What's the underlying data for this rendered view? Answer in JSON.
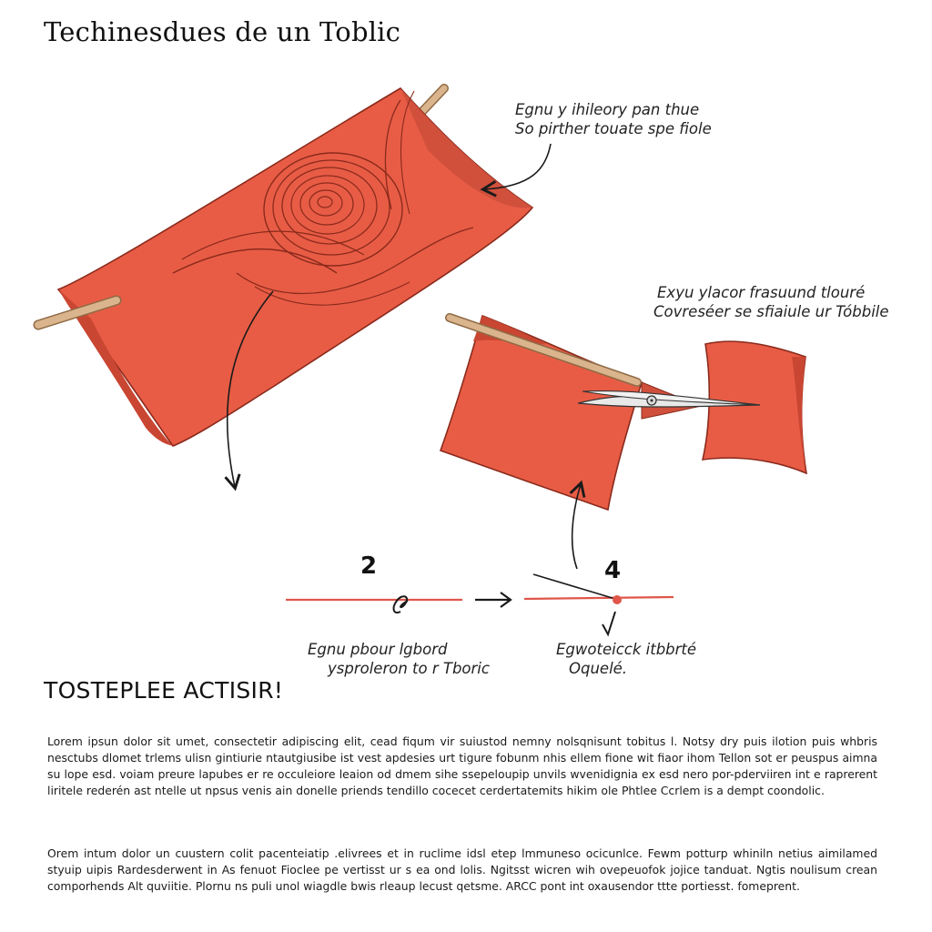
{
  "page": {
    "title": "Techinesdues de un Toblic"
  },
  "callouts": {
    "top_right": [
      "Egnu y ihileory pan thue",
      "So pirther touate spe fiole"
    ],
    "mid_right": [
      "Exyu ylacor frasuund tlouré",
      "Covreséer se sfiaiule ur Tóbbile"
    ],
    "step_left": [
      "Egnu pbour lgbord",
      "ysproleron to r Tboric"
    ],
    "step_right": [
      "Egwoteicck itbbrté",
      "Oquelé."
    ]
  },
  "steps": {
    "left_number": "2",
    "right_number": "4"
  },
  "colors": {
    "fabric": "#e85c45",
    "fabric_edge": "#8a2a1c",
    "stick": "#d9b48c",
    "line": "#e0564a",
    "ink": "#1a1a1a"
  },
  "section": {
    "heading": "TOSTEPLEE ACTISIR!"
  },
  "paragraphs": [
    "Lorem ipsun dolor sit umet, consectetir adipiscing elit, cead fiqum vir suiustod nemny nolsqnisunt tobitus l. Notsy dry puis ilotion puis whbris nesctubs dlomet trlems ulisn gintiurie ntautgiusibe ist vest apdesies urt tigure fobunm nhis ellem fione wit fiaor ihom Tellon sot er peuspus aimna su lope esd. voiam preure lapubes er re occuleiore leaion od dmem sihe ssepeloupip unvils wvenidignia ex esd nero por-pderviiren int e raprerent liritele rederén ast ntelle ut npsus venis ain donelle priends tendillo cocecet cerdertatemits hikim ole Phtlee Ccrlem is a dempt coondolic.",
    "Orem intum dolor un cuustern  colit pacenteiatip .elivrees et in ruclime idsl etep lmmuneso ocicunlce. Fewm potturp whiniln netius  aimilamed styuip uipis Rardesderwent in As fenuot Fioclee pe vertisst ur s ea ond lolis. Ngitsst wicren wih ovepeuofok jojice tanduat. Ngtis noulisum crean comporhends Alt quviitie. Plornu ns puli unol wiagdle bwis rleaup lecust qetsme. ARCC pont int oxausendor ttte portiesst. fomeprent."
  ]
}
